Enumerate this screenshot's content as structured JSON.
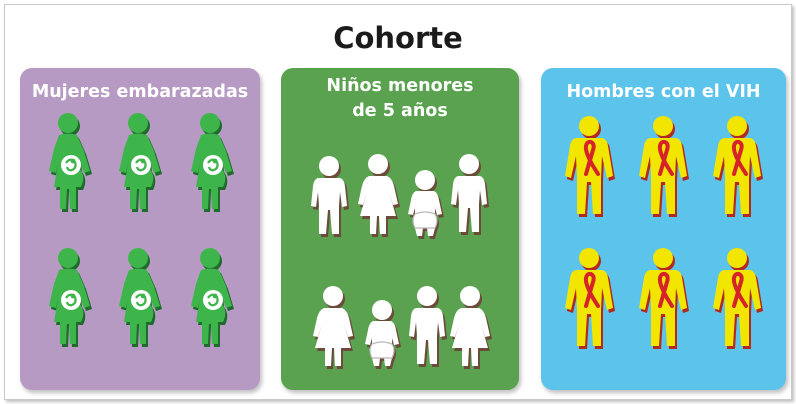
{
  "title": "Cohorte",
  "panels": {
    "women": {
      "label": "Mujeres embarazadas",
      "color": "#b79ac3",
      "figure_color": "#3db54a",
      "count": 6
    },
    "children": {
      "label_line1": "Niños menores",
      "label_line2": "de 5 años",
      "color": "#5aa24f",
      "figure_color": "#ffffff",
      "count": 8
    },
    "men": {
      "label": "Hombres con el VIH",
      "color": "#5cc3ea",
      "figure_color": "#f2e600",
      "ribbon_color": "#d6232a",
      "count": 6
    }
  }
}
